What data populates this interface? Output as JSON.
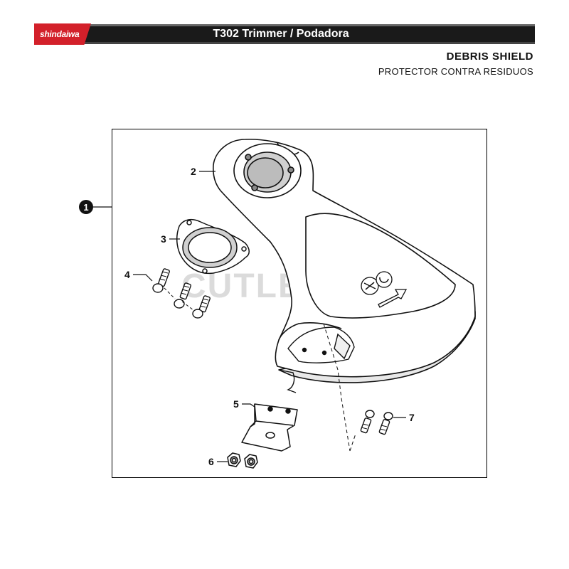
{
  "header": {
    "brand": "shindaiwa",
    "title": "T302 Trimmer / Podadora"
  },
  "section": {
    "title": "DEBRIS SHIELD",
    "subtitle": "PROTECTOR CONTRA RESIDUOS"
  },
  "watermark": "CUTLER'S",
  "callouts": {
    "assembly": "1",
    "shield": "2",
    "plate": "3",
    "screws_upper": "4",
    "bracket": "5",
    "nuts": "6",
    "screws_lower": "7"
  },
  "colors": {
    "brand_red": "#d3202a",
    "header_bar": "#1a1a1a",
    "line": "#111111"
  }
}
